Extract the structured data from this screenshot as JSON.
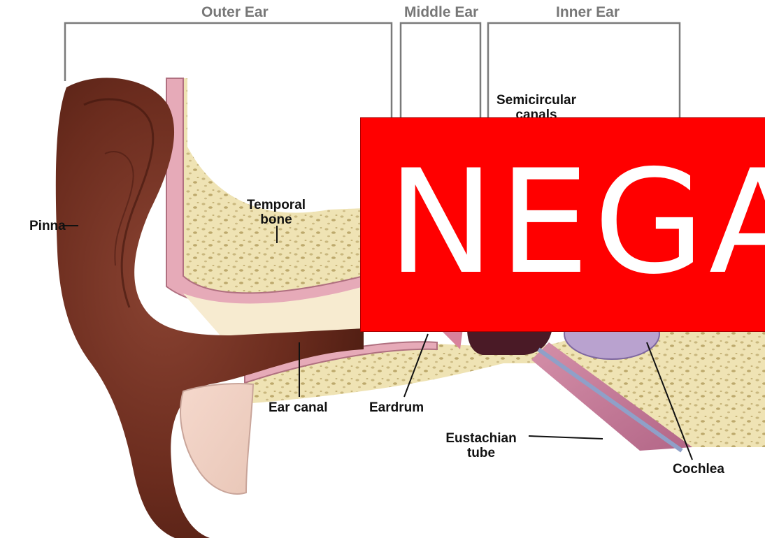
{
  "sections": {
    "outer_ear": "Outer Ear",
    "middle_ear": "Middle Ear",
    "inner_ear": "Inner Ear"
  },
  "labels": {
    "semicircular_line1": "Semicircular",
    "semicircular_line2": "canals",
    "pinna": "Pinna",
    "temporal_line1": "Temporal",
    "temporal_line2": "bone",
    "ear_canal": "Ear canal",
    "eardrum": "Eardrum",
    "eustachian_line1": "Eustachian",
    "eustachian_line2": "tube",
    "cochlea": "Cochlea"
  },
  "stamp": {
    "text": "NEGATIVE",
    "background": "#ff0000",
    "color": "#ffffff"
  },
  "colors": {
    "skin": "#6b2c1e",
    "bone": "#efe3b4",
    "canal_lining": "#e6aab8",
    "tube": "#c7a8d4",
    "cochlea": "#b9a2cf",
    "bracket": "#7a7a7a"
  }
}
